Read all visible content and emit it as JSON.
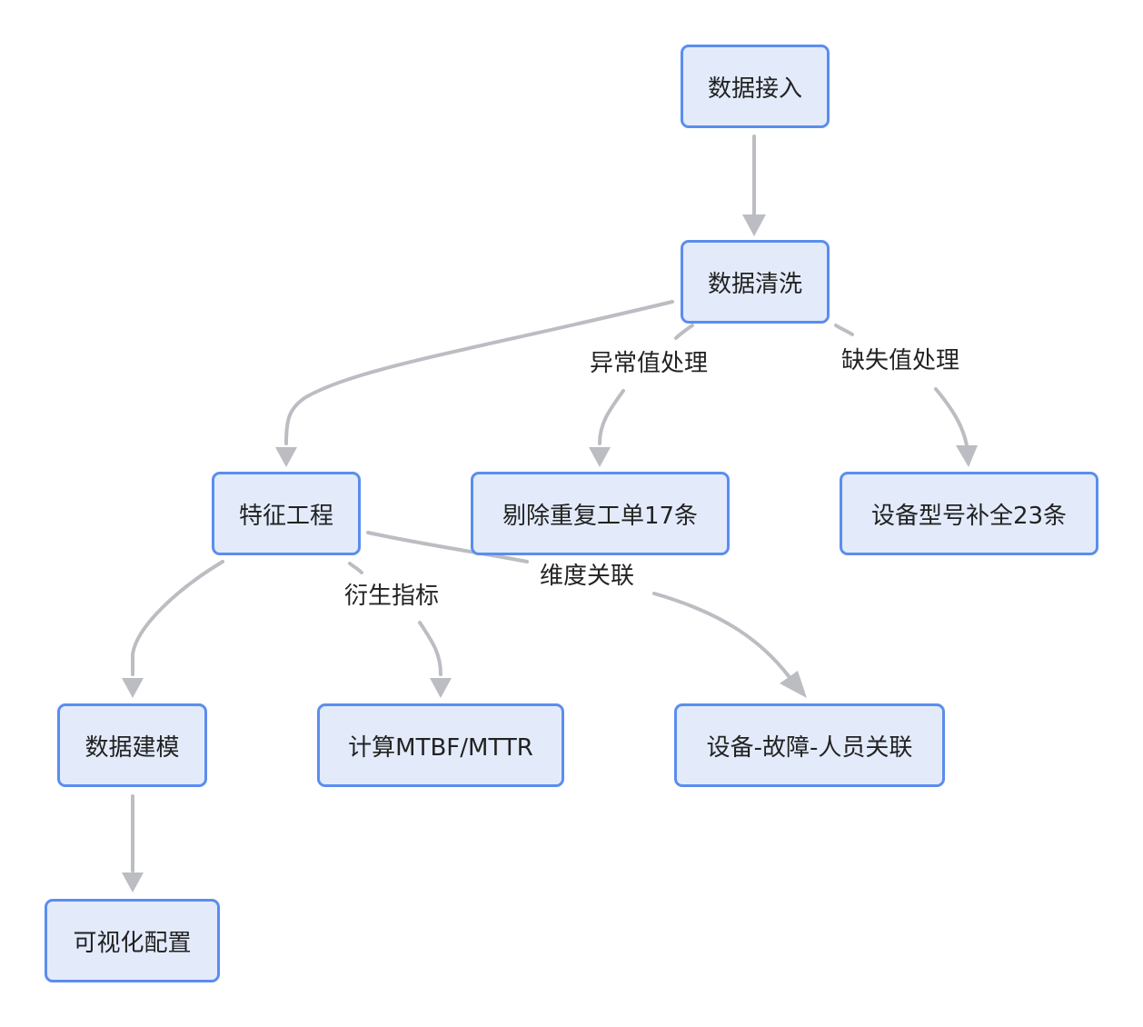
{
  "nodes": {
    "ingest": "数据接入",
    "clean": "数据清洗",
    "feature": "特征工程",
    "dedupe": "剔除重复工单17条",
    "fill": "设备型号补全23条",
    "model": "数据建模",
    "mtbf": "计算MTBF/MTTR",
    "relate": "设备-故障-人员关联",
    "viz": "可视化配置"
  },
  "edge_labels": {
    "anomaly": "异常值处理",
    "missing": "缺失值处理",
    "derived": "衍生指标",
    "dimension": "维度关联"
  },
  "colors": {
    "node_fill": "#e3ebfb",
    "node_border": "#5b8def",
    "edge": "#bbbdc2"
  }
}
